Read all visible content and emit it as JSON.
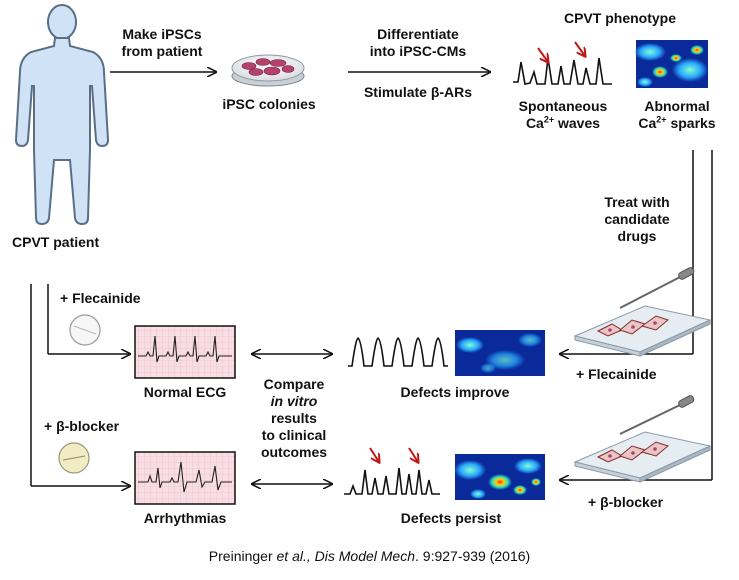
{
  "labels": {
    "patient": "CPVT patient",
    "make_ipsc_line1": "Make iPSCs",
    "make_ipsc_line2": "from patient",
    "ipsc_colonies": "iPSC colonies",
    "differentiate_line1": "Differentiate",
    "differentiate_line2": "into iPSC-CMs",
    "stimulate": "Stimulate β-ARs",
    "phenotype": "CPVT phenotype",
    "spontaneous": "Spontaneous",
    "ca_waves_prefix": "Ca",
    "ca_waves_sup": "2+",
    "ca_waves_suffix": " waves",
    "abnormal": "Abnormal",
    "ca_sparks_prefix": "Ca",
    "ca_sparks_sup": "2+",
    "ca_sparks_suffix": " sparks",
    "treat_line1": "Treat with",
    "treat_line2": "candidate",
    "treat_line3": "drugs",
    "flecainide_patient": "+ Flecainide",
    "flecainide_cells": "+ Flecainide",
    "beta_blocker_patient": "+ β-blocker",
    "beta_blocker_cells": "+ β-blocker",
    "normal_ecg": "Normal ECG",
    "arrhythmias": "Arrhythmias",
    "compare_line1": "Compare",
    "compare_line2": "in vitro",
    "compare_line3": "results",
    "compare_line4": "to clinical",
    "compare_line5": "outcomes",
    "defects_improve": "Defects improve",
    "defects_persist": "Defects persist"
  },
  "citation": {
    "author": "Preininger ",
    "etal": "et al., Dis Model Mech",
    "rest": ". 9:927-939 (2016)"
  },
  "colors": {
    "body": "#cfe2f6",
    "body_stroke": "#5a6f86",
    "ecg_bg": "#f8dde4",
    "ecg_grid": "#e8a9b9",
    "red_arrow": "#c01818",
    "dish_cells": "#b5426a"
  }
}
